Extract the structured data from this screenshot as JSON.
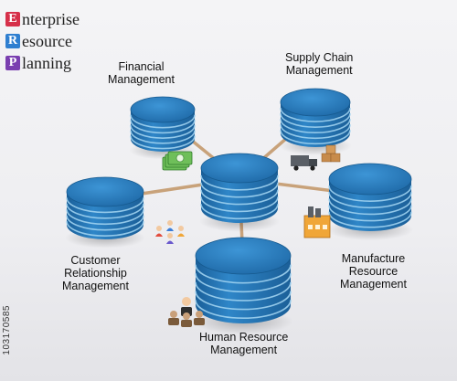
{
  "title": {
    "lines": [
      {
        "letter": "E",
        "rest": "nterprise",
        "color": "#d6304a"
      },
      {
        "letter": "R",
        "rest": "esource",
        "color": "#2f7fd0"
      },
      {
        "letter": "P",
        "rest": "lanning",
        "color": "#7a3fb0"
      }
    ]
  },
  "modules": {
    "financial": [
      "Financial",
      "Management"
    ],
    "supply_chain": [
      "Supply Chain",
      "Management"
    ],
    "manufacture": [
      "Manufacture",
      "Resource",
      "Management"
    ],
    "human_resource": [
      "Human Resource",
      "Management"
    ],
    "customer": [
      "Customer",
      "Relationship",
      "Management"
    ]
  },
  "colors": {
    "db_top": "#2a7fc0",
    "db_side": "#1f6aa8",
    "db_stripe": "#9fd2f0",
    "connector": "#c8a27a"
  },
  "icons": [
    "money-icon",
    "delivery-truck-icon",
    "factory-icon",
    "team-icon",
    "business-meeting-icon"
  ],
  "watermark": {
    "side_id": "103170585"
  }
}
